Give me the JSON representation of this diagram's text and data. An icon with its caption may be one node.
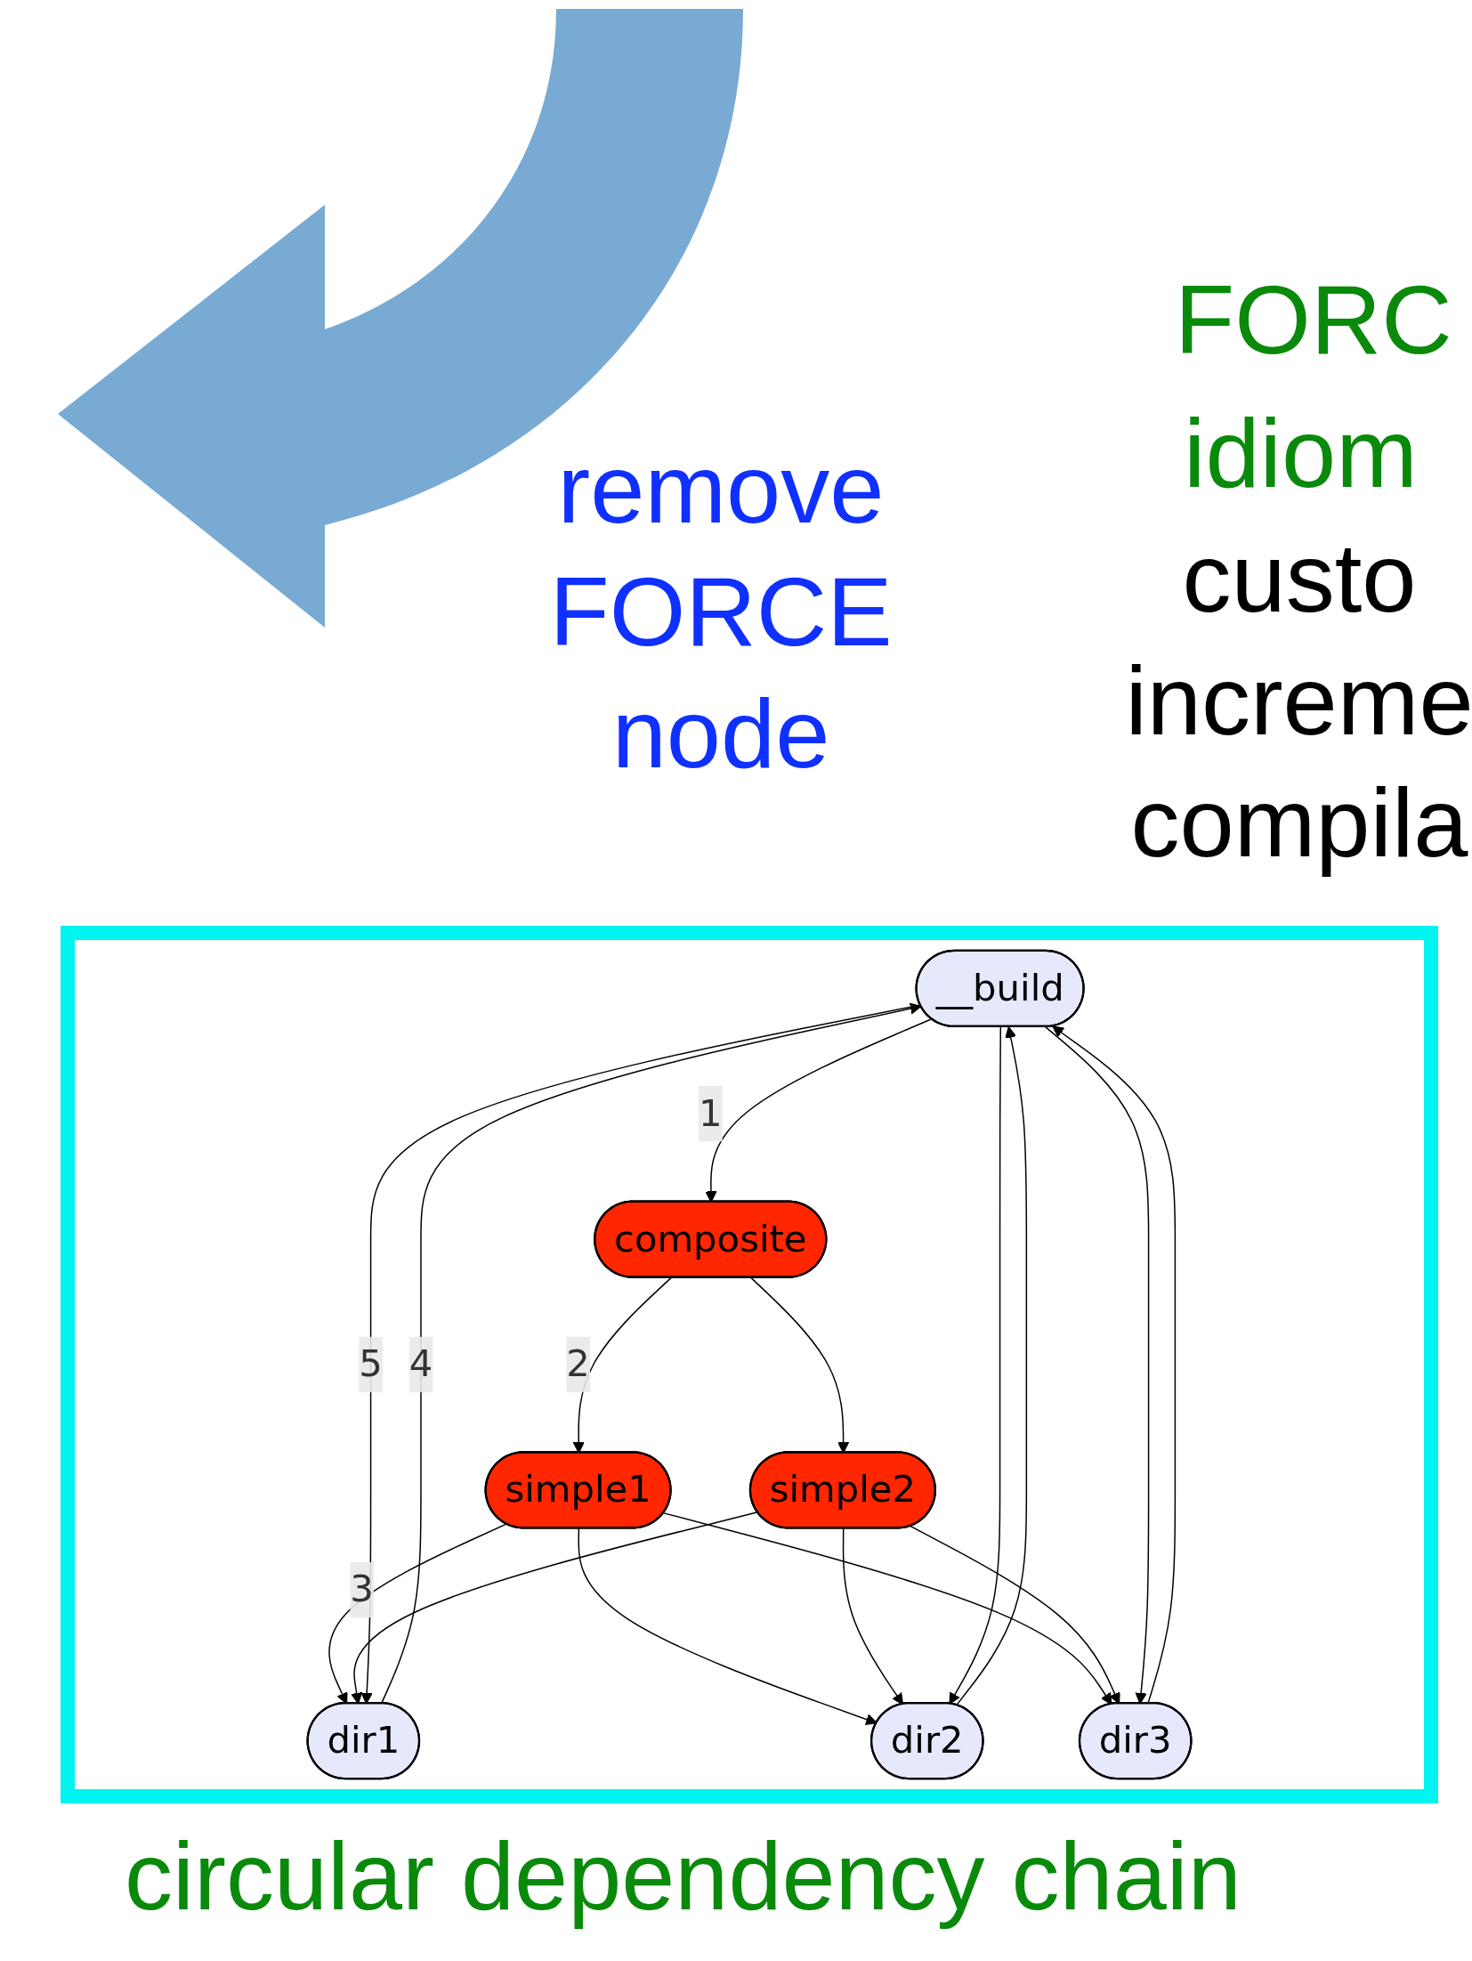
{
  "diagram": {
    "nodes": [
      {
        "text": [
          "__build"
        ]
      },
      {
        "text": [
          "composite"
        ]
      },
      {
        "text": [
          "simple1"
        ]
      },
      {
        "text": [
          "simple2"
        ]
      },
      {
        "text": [
          "dir1"
        ]
      },
      {
        "text": [
          "dir2"
        ]
      },
      {
        "text": [
          "dir3"
        ]
      }
    ],
    "edges": [
      {
        "from": 0,
        "to": 1,
        "arrow": "to",
        "label": "1"
      },
      {
        "from": 1,
        "to": 2,
        "arrow": "to",
        "label": "2"
      },
      {
        "from": 1,
        "to": 3,
        "arrow": "to"
      },
      {
        "from": 2,
        "to": 4,
        "arrow": "to",
        "label": "3"
      },
      {
        "from": 2,
        "to": 5,
        "arrow": "to"
      },
      {
        "from": 2,
        "to": 6,
        "arrow": "to"
      },
      {
        "from": 3,
        "to": 4,
        "arrow": "to"
      },
      {
        "from": 3,
        "to": 5,
        "arrow": "to"
      },
      {
        "from": 3,
        "to": 6,
        "arrow": "to"
      },
      {
        "from": 0,
        "to": 4,
        "arrow": "to",
        "label": "5"
      },
      {
        "from": 4,
        "to": 0,
        "arrow": "to",
        "label": "4"
      },
      {
        "from": 0,
        "to": 5,
        "arrow": "to"
      },
      {
        "from": 5,
        "to": 0,
        "arrow": "to"
      },
      {
        "from": 0,
        "to": 6,
        "arrow": "to"
      },
      {
        "from": 6,
        "to": 0,
        "arrow": "to"
      }
    ],
    "labels": [
      "remove FORCE node",
      "FORC",
      "idiom",
      "custo increme compila",
      "circular dependency chain"
    ]
  }
}
